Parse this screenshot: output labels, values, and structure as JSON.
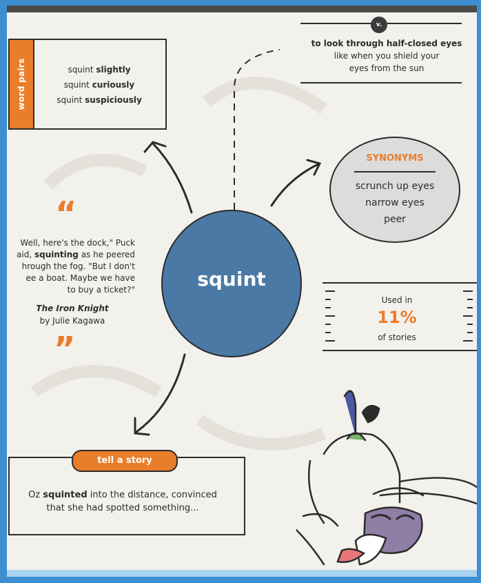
{
  "word": "squint",
  "part_of_speech": "v.",
  "definition": {
    "line1": "to look through half-closed eyes",
    "line2": "like when you shield your",
    "line3": "eyes from the sun"
  },
  "word_pairs": {
    "tab_label": "word pairs",
    "items": [
      {
        "base": "squint ",
        "bold": "slightly"
      },
      {
        "base": "squint ",
        "bold": "curiously"
      },
      {
        "base": "squint ",
        "bold": "suspiciously"
      }
    ]
  },
  "synonyms": {
    "title": "SYNONYMS",
    "items": [
      "scrunch up eyes",
      "narrow eyes",
      "peer"
    ]
  },
  "quote": {
    "open_mark": "“",
    "close_mark": "”",
    "line1": "Well, here's the dock,\" Puck",
    "line2_pre": "aid, ",
    "line2_bold": "squinting",
    "line2_post": " as he peered",
    "line3": "hrough the fog. \"But I don't",
    "line4": "ee a boat. Maybe we have",
    "line5": "to buy a ticket?\"",
    "book": "The Iron Knight",
    "author": "by Julie Kagawa"
  },
  "usage": {
    "label": "Used in",
    "value": "11%",
    "suffix": "of stories"
  },
  "story": {
    "label": "tell a story",
    "pre": "Oz ",
    "bold": "squinted",
    "post": " into the distance, convinced",
    "line2": "that she had spotted something..."
  },
  "colors": {
    "accent_orange": "#ea7d2a",
    "main_blue": "#4b79a5",
    "border_blue": "#3d8fd1"
  }
}
